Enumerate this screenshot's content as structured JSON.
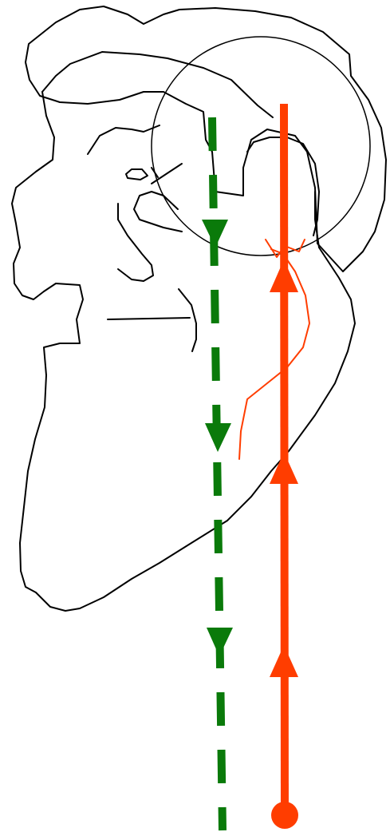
{
  "figure": {
    "subject": "head-profile-outline",
    "circle_overlay": true
  },
  "colors": {
    "background": "#ffffff",
    "outline": "#000000",
    "descending_line": "#0a7a0a",
    "ascending_line": "#ff3d00"
  },
  "lines": [
    {
      "name": "descending-dashed-line",
      "style": "dashed",
      "direction": "down",
      "color": "#0a7a0a",
      "arrowheads": 3
    },
    {
      "name": "ascending-solid-line",
      "style": "solid",
      "direction": "up",
      "color": "#ff3d00",
      "arrowheads": 3,
      "start_marker": "dot"
    }
  ],
  "annotations": {
    "curved_stroke_color": "#ff3d00",
    "curved_stroke_open_arrow": true
  }
}
